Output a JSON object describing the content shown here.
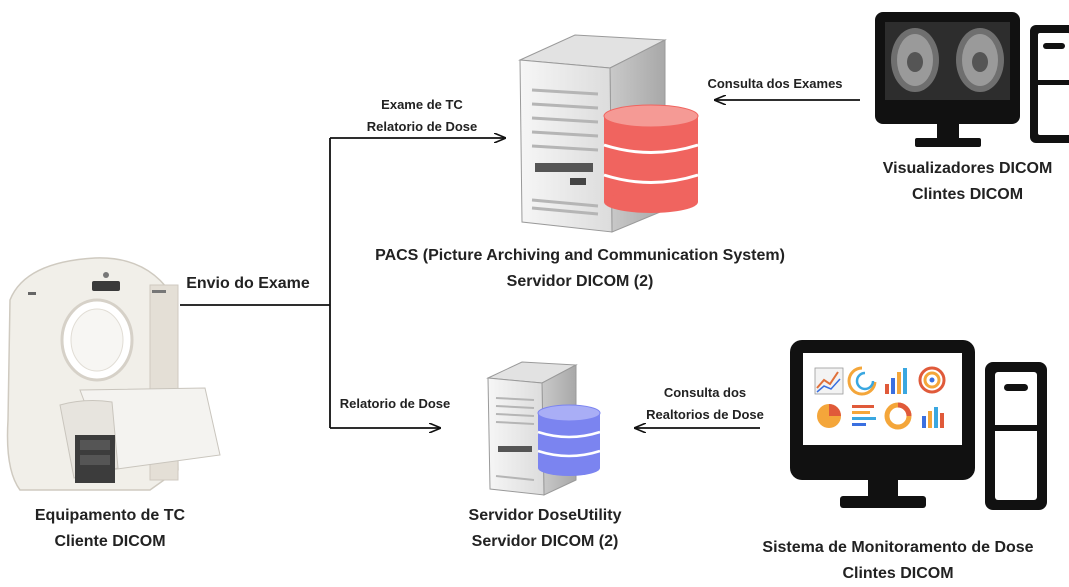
{
  "ct_equipment": {
    "line1": "Equipamento de TC",
    "line2": "Cliente DICOM"
  },
  "pacs": {
    "line1": "PACS (Picture Archiving and Communication System)",
    "line2": "Servidor DICOM (2)"
  },
  "doseutility": {
    "line1": "Servidor DoseUtility",
    "line2": "Servidor DICOM (2)"
  },
  "viewers": {
    "line1": "Visualizadores DICOM",
    "line2": "Clintes DICOM"
  },
  "monitoring": {
    "line1": "Sistema de Monitoramento de Dose",
    "line2": "Clintes DICOM"
  },
  "arrows": {
    "send_exam": "Envio do Exame",
    "to_pacs_line1": "Exame de TC",
    "to_pacs_line2": "Relatorio de Dose",
    "to_dose": "Relatorio de Dose",
    "query_exams": "Consulta dos Exames",
    "query_reports_line1": "Consulta dos",
    "query_reports_line2": "Realtorios de Dose"
  },
  "colors": {
    "pacs_db": "#f0645f",
    "dose_db": "#7b84f0",
    "line": "#111111",
    "server_body": "#eeeeee"
  }
}
